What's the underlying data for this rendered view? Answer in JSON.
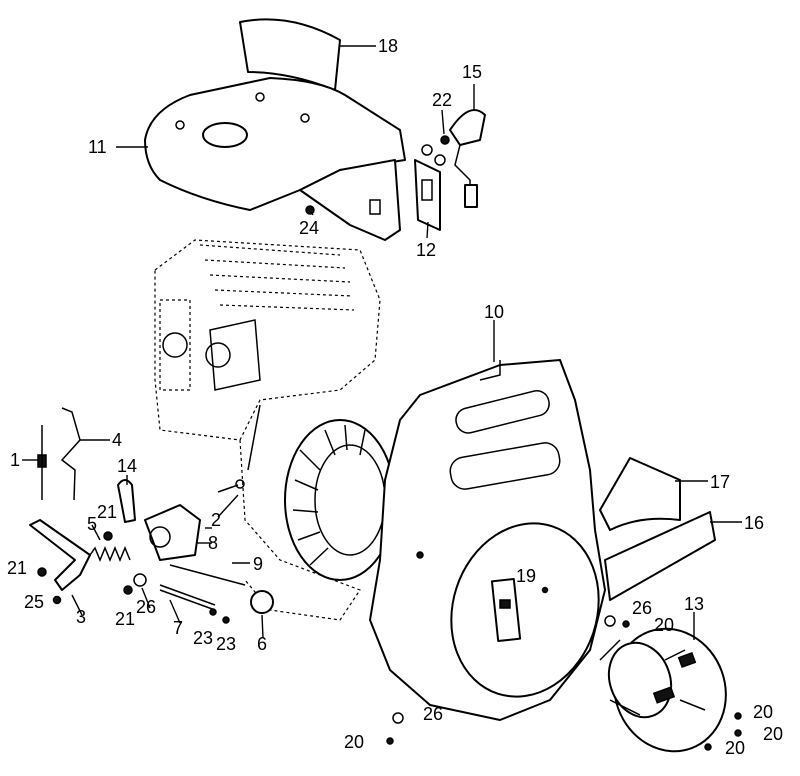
{
  "callouts": {
    "c1": "1",
    "c2": "2",
    "c3": "3",
    "c4": "4",
    "c5": "5",
    "c6": "6",
    "c7": "7",
    "c8": "8",
    "c9": "9",
    "c10": "10",
    "c11": "11",
    "c12": "12",
    "c13": "13",
    "c14": "14",
    "c15": "15",
    "c16": "16",
    "c17": "17",
    "c18": "18",
    "c19": "19",
    "c20a": "20",
    "c20b": "20",
    "c20c": "20",
    "c20d": "20",
    "c20e": "20",
    "c21a": "21",
    "c21b": "21",
    "c21c": "21",
    "c22": "22",
    "c23a": "23",
    "c23b": "23",
    "c24": "24",
    "c25": "25",
    "c26a": "26",
    "c26b": "26",
    "c26c": "26"
  }
}
